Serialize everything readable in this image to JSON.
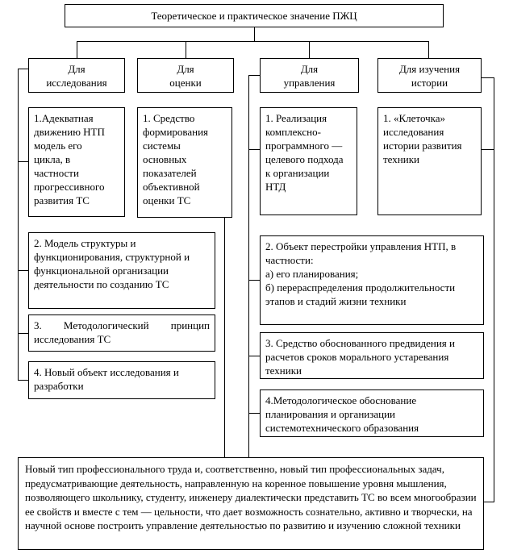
{
  "diagram": {
    "title": "Теоретическое и практическое значение ПЖЦ",
    "columns": [
      {
        "header": "Для\nисследования",
        "item1": "1.Адекватная\nдвижению НТП\nмодель его\nцикла, в\nчастности\nпрогрессивного\nразвития ТС"
      },
      {
        "header": "Для\nоценки",
        "item1": "1. Средство\nформирования\nсистемы\nосновных\nпоказателей\nобъективной\nоценки ТС"
      },
      {
        "header": "Для\nуправления",
        "item1": "1. Реализация\nкомплексно-\nпрограммного —\nцелевого подхода\nк организации\nНТД"
      },
      {
        "header": "Для изучения\nистории",
        "item1": "1. «Клеточка»\nисследования\nистории развития\nтехники"
      }
    ],
    "research_items": [
      "2. Модель структуры и функционирования, структурной и функциональной организации деятельности по созданию ТС",
      "3. Методологический принцип исследования ТС",
      "4. Новый объект исследования и разработки"
    ],
    "management_items": [
      "2. Объект перестройки управления НТП, в частности:\nа) его планирования;\nб) перераспределения продолжительности этапов и стадий жизни техники",
      "3. Средство обоснованного предвидения и расчетов сроков морального устаревания техники",
      "4.Методологическое обоснование планирования и организации системотехнического образования"
    ],
    "footer": "Новый тип профессионального труда и, соответственно, новый тип профессиональных задач, предусматривающие деятельность, направленную на коренное повышение уровня мышления, позволяющего школьнику, студенту, инженеру диалектически представить ТС во всем многообразии ее свойств и вместе с тем — цельности, что дает возможность сознательно, активно и творчески, на научной основе построить управление деятельностью по развитию и изучению сложной техники"
  },
  "colors": {
    "line": "#000000",
    "background": "#ffffff"
  }
}
